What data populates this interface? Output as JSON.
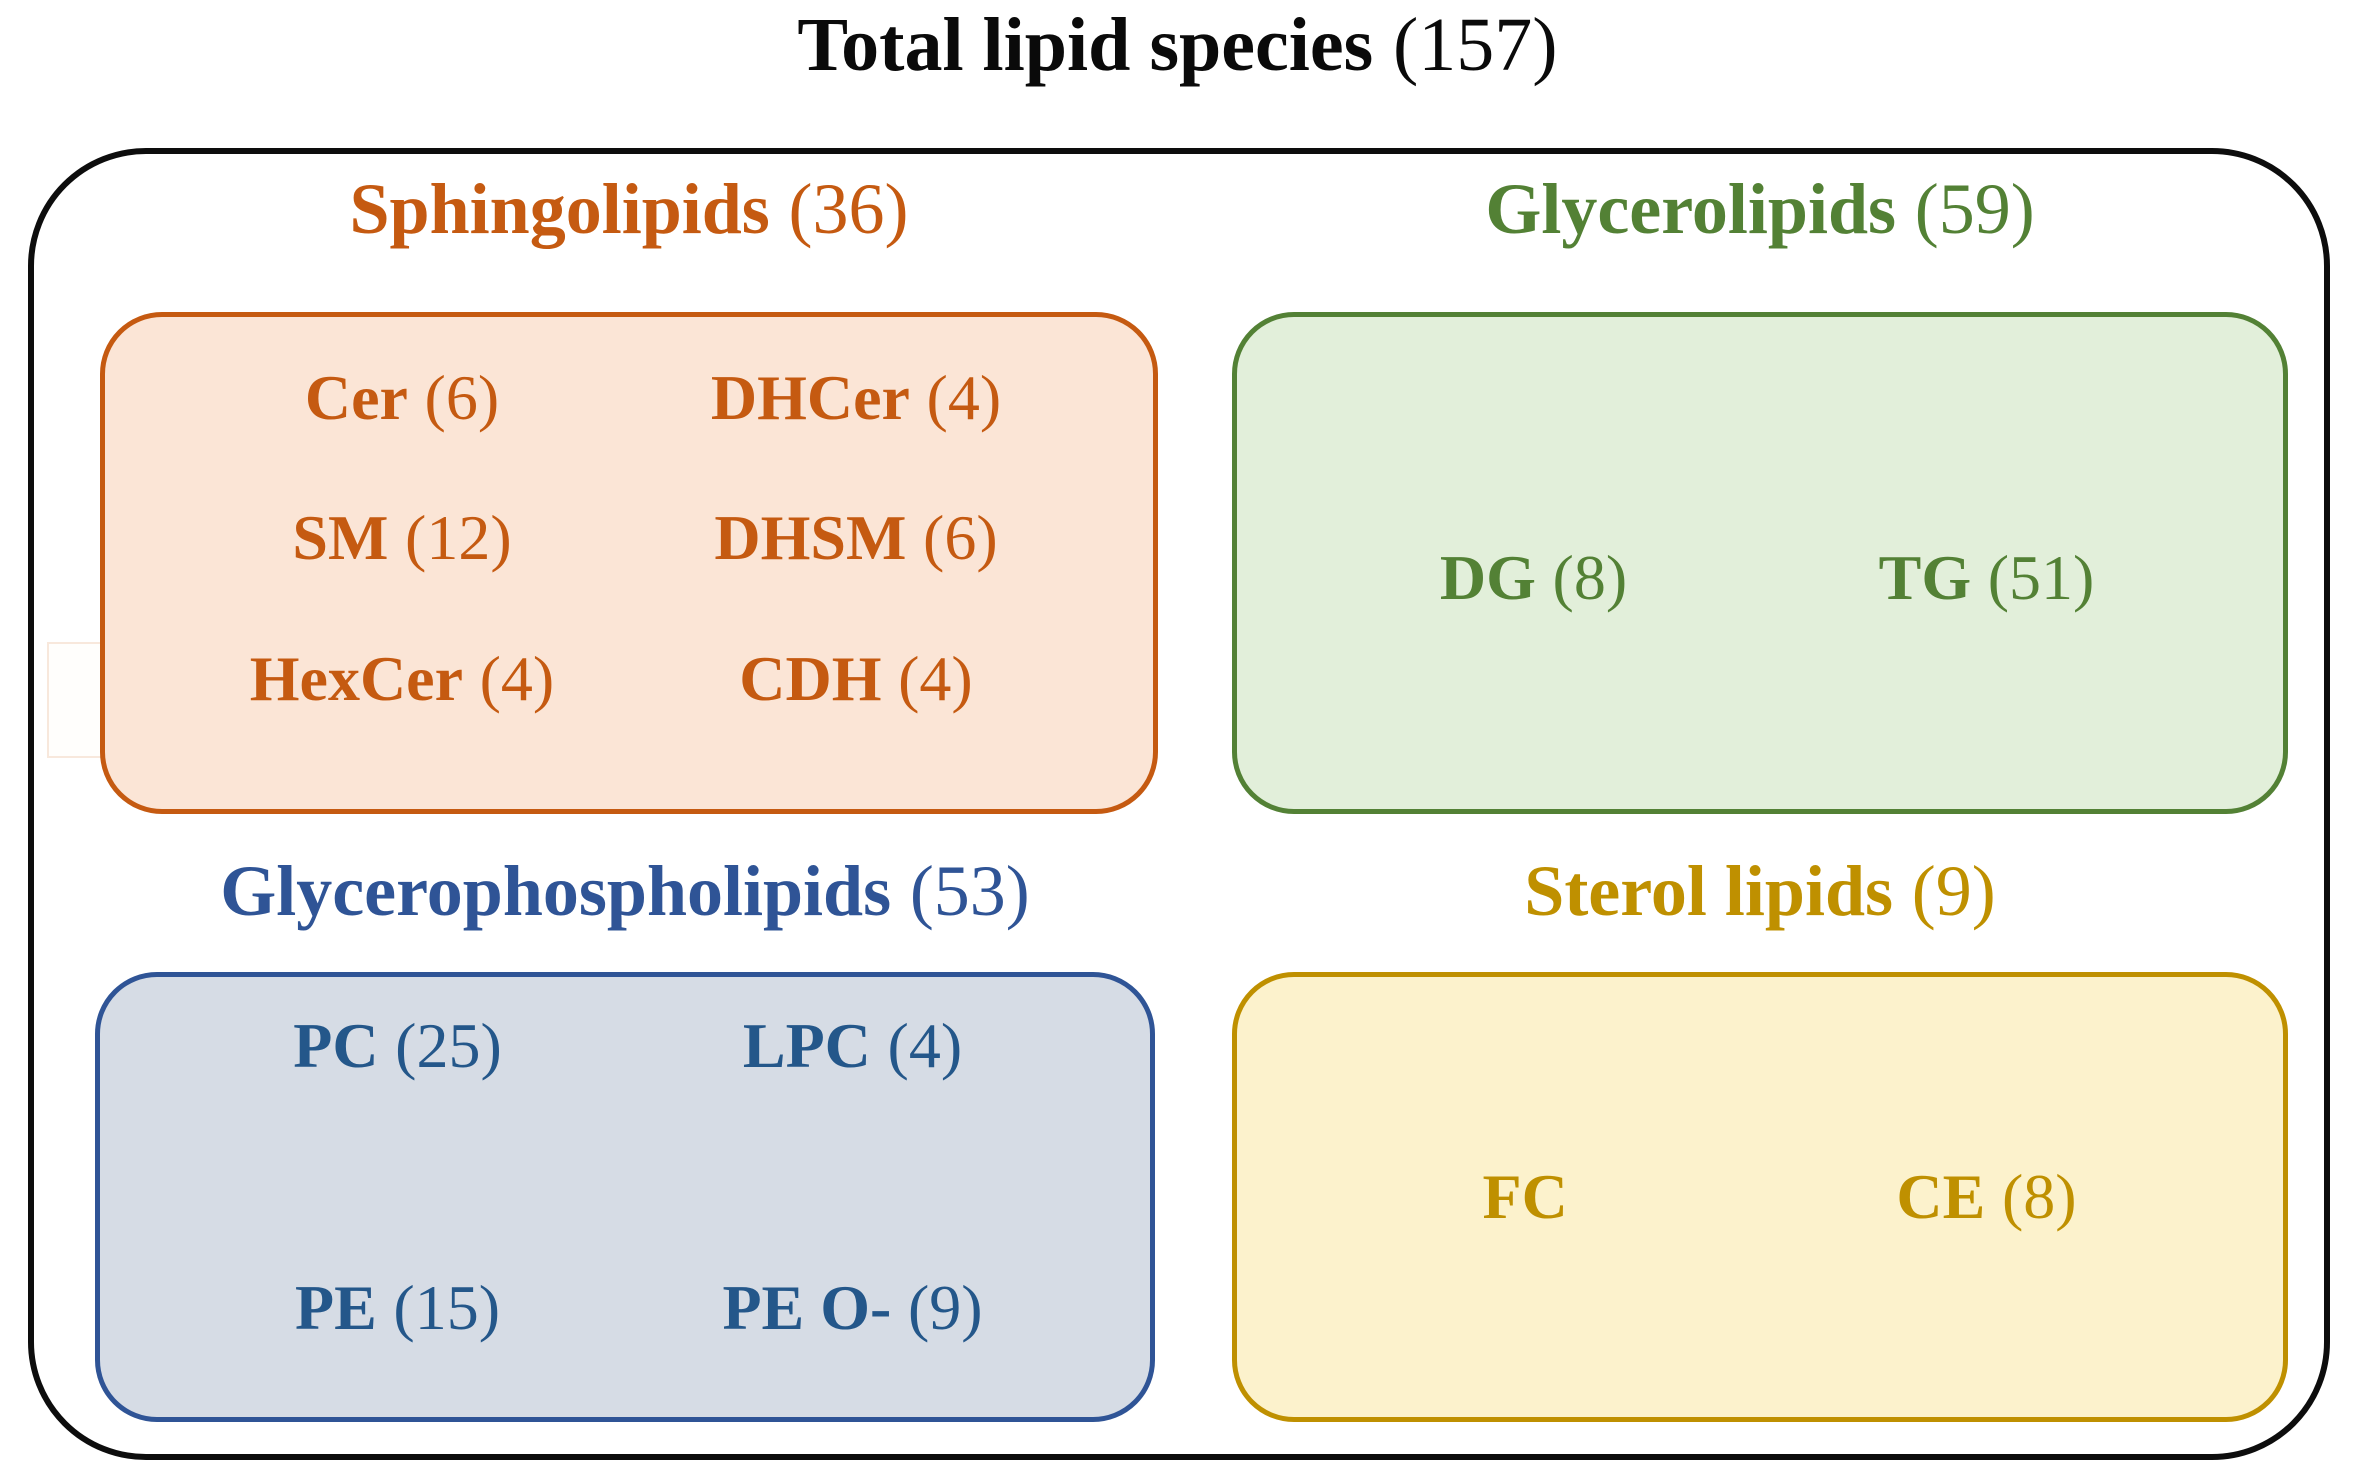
{
  "colors": {
    "ink": "#0d0d0d",
    "orange": "#C55A11",
    "orange_bg": "#FBE5D6",
    "green": "#538135",
    "green_bg": "#E2EFDA",
    "blue": "#2F5496",
    "blue_item": "#24578A",
    "blue_bg": "#D6DCE5",
    "gold": "#BF9000",
    "gold_bg": "#FCF2CC"
  },
  "title": {
    "label": "Total lipid species",
    "count": "(157)"
  },
  "groups": [
    {
      "name": "Sphingolipids",
      "count": "(36)",
      "items": [
        {
          "label": "Cer",
          "count": "(6)"
        },
        {
          "label": "DHCer",
          "count": "(4)"
        },
        {
          "label": "SM",
          "count": "(12)"
        },
        {
          "label": "DHSM",
          "count": "(6)"
        },
        {
          "label": "HexCer",
          "count": "(4)"
        },
        {
          "label": "CDH",
          "count": "(4)"
        }
      ]
    },
    {
      "name": "Glycerolipids",
      "count": "(59)",
      "items": [
        {
          "label": "DG",
          "count": "(8)"
        },
        {
          "label": "TG",
          "count": "(51)"
        }
      ]
    },
    {
      "name": "Glycerophospholipids",
      "count": "(53)",
      "items": [
        {
          "label": "PC",
          "count": "(25)"
        },
        {
          "label": "LPC",
          "count": "(4)"
        },
        {
          "label": "PE",
          "count": "(15)"
        },
        {
          "label": "PE O-",
          "count": "(9)"
        }
      ]
    },
    {
      "name": "Sterol lipids",
      "count": "(9)",
      "items": [
        {
          "label": "FC",
          "count": ""
        },
        {
          "label": "CE",
          "count": "(8)"
        }
      ]
    }
  ]
}
